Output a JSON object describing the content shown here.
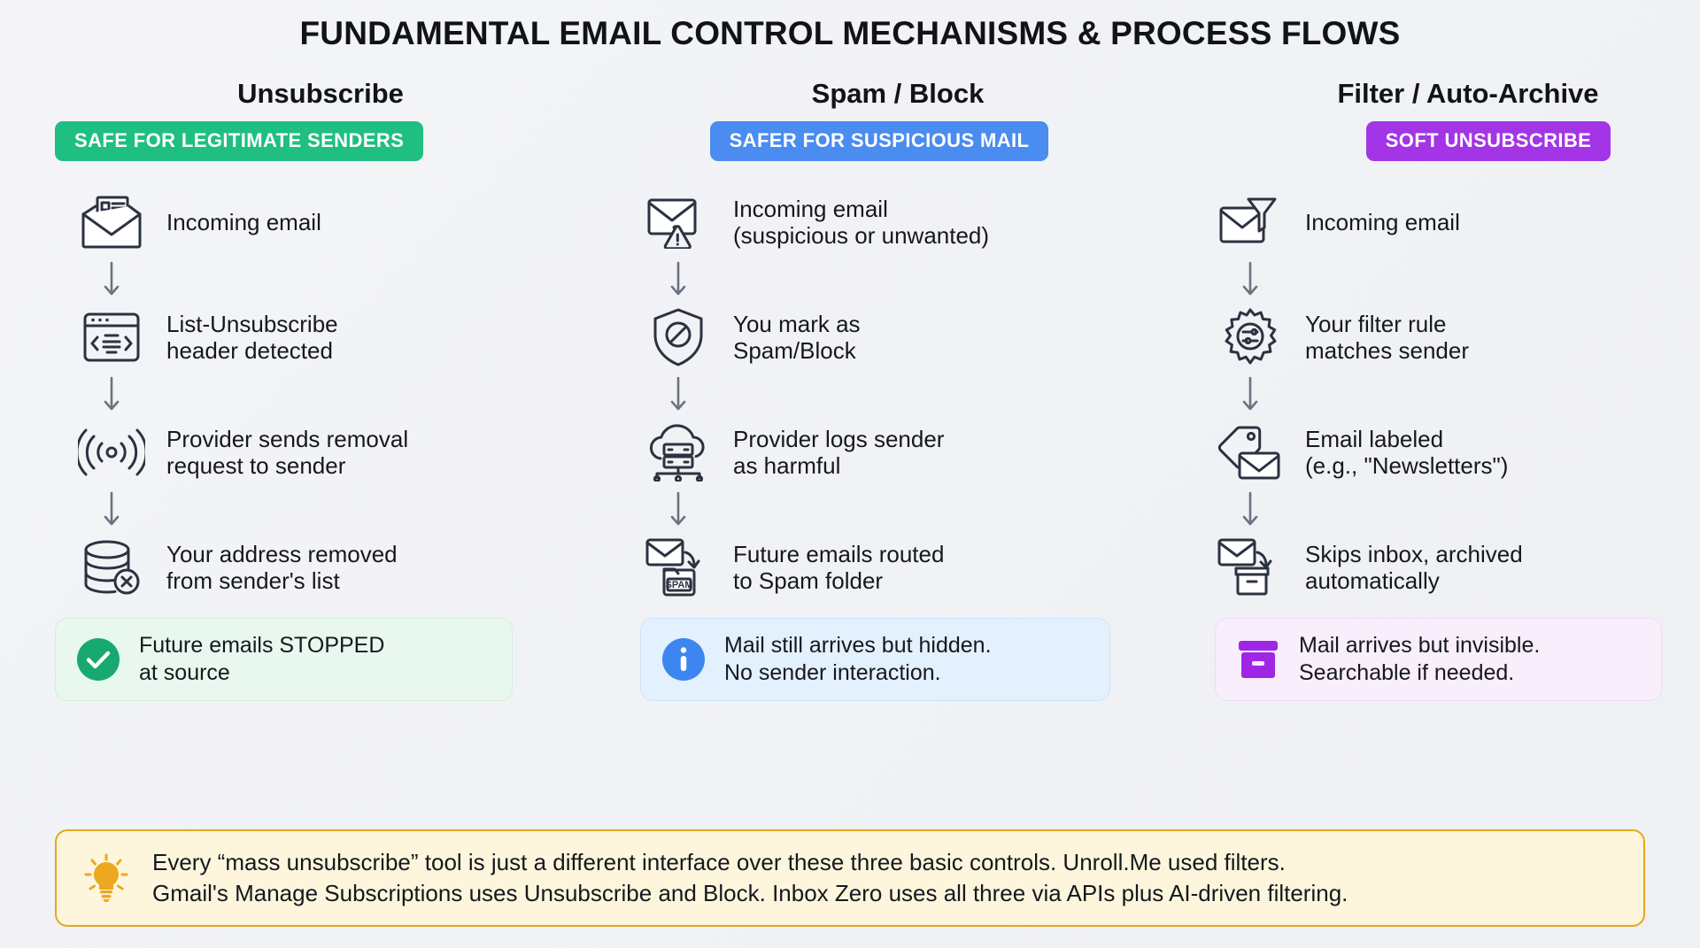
{
  "title": "FUNDAMENTAL EMAIL CONTROL MECHANISMS & PROCESS FLOWS",
  "colors": {
    "green": "#1fbf82",
    "blue": "#4a8cf0",
    "purple": "#a335e6",
    "amber": "#eda820",
    "icon_stroke": "#2b3240",
    "arrow": "#6b7280",
    "background": "#f2f3f6"
  },
  "columns": [
    {
      "heading": "Unsubscribe",
      "badge": {
        "label": "SAFE FOR LEGITIMATE SENDERS",
        "color": "#1fbf82"
      },
      "steps": [
        {
          "icon": "newsletter-envelope-icon",
          "text": "Incoming email"
        },
        {
          "icon": "code-window-icon",
          "text": "List-Unsubscribe\nheader detected"
        },
        {
          "icon": "broadcast-signal-icon",
          "text": "Provider sends removal\nrequest to sender"
        },
        {
          "icon": "database-remove-icon",
          "text": "Your address removed\nfrom sender's list"
        }
      ],
      "outcome": {
        "icon": "check-circle-icon",
        "text": "Future emails STOPPED\nat source",
        "style": "green"
      }
    },
    {
      "heading": "Spam / Block",
      "badge": {
        "label": "SAFER FOR SUSPICIOUS MAIL",
        "color": "#4a8cf0"
      },
      "steps": [
        {
          "icon": "envelope-warning-icon",
          "text": "Incoming email\n(suspicious or unwanted)"
        },
        {
          "icon": "shield-block-icon",
          "text": "You mark as\nSpam/Block"
        },
        {
          "icon": "cloud-server-icon",
          "text": "Provider logs sender\nas harmful"
        },
        {
          "icon": "envelope-to-spam-folder-icon",
          "text": "Future emails routed\nto Spam folder",
          "folder_label": "SPAM"
        }
      ],
      "outcome": {
        "icon": "info-circle-icon",
        "text": "Mail still arrives but hidden.\nNo sender interaction.",
        "style": "blue"
      }
    },
    {
      "heading": "Filter / Auto-Archive",
      "badge": {
        "label": "SOFT UNSUBSCRIBE",
        "color": "#a335e6"
      },
      "steps": [
        {
          "icon": "envelope-funnel-icon",
          "text": "Incoming email"
        },
        {
          "icon": "gear-settings-icon",
          "text": "Your filter rule\nmatches sender"
        },
        {
          "icon": "tag-envelope-icon",
          "text": "Email labeled\n(e.g., \"Newsletters\")"
        },
        {
          "icon": "envelope-to-archive-box-icon",
          "text": "Skips inbox, archived\nautomatically"
        }
      ],
      "outcome": {
        "icon": "archive-box-icon",
        "text": "Mail arrives but invisible.\nSearchable if needed.",
        "style": "purple"
      }
    }
  ],
  "footer": {
    "icon": "lightbulb-icon",
    "text": "Every “mass unsubscribe” tool is just a different interface over these three basic controls. Unroll.Me used filters.\nGmail's Manage Subscriptions uses Unsubscribe and Block. Inbox Zero uses all three via APIs plus AI-driven filtering."
  }
}
